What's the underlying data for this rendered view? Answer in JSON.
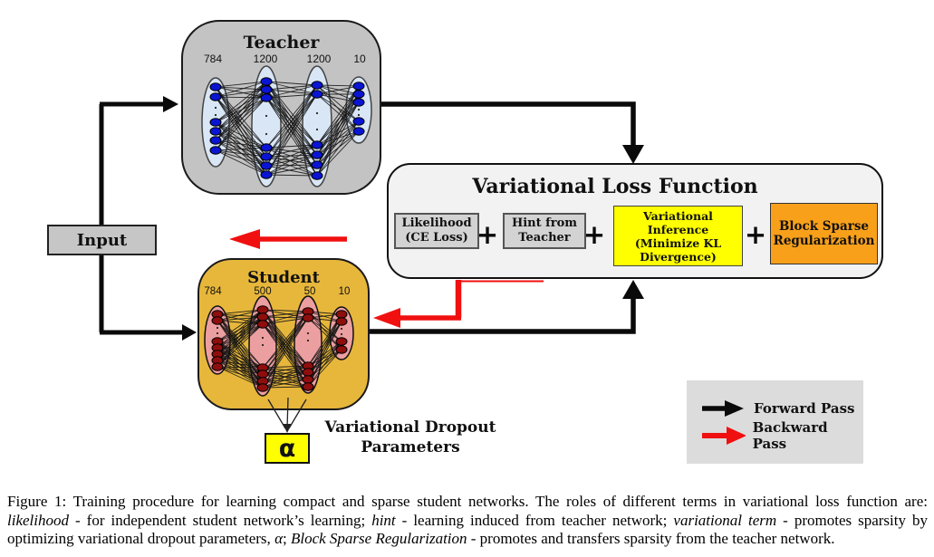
{
  "figure": {
    "teacher": {
      "title": "Teacher",
      "layer_sizes": [
        "784",
        "1200",
        "1200",
        "10"
      ]
    },
    "student": {
      "title": "Student",
      "layer_sizes": [
        "784",
        "500",
        "50",
        "10"
      ]
    },
    "input": {
      "label": "Input"
    },
    "loss_function": {
      "title": "Variational Loss Function",
      "plus": "+",
      "terms": [
        {
          "label": "Likelihood\n(CE Loss)",
          "color": "#D3D3D3"
        },
        {
          "label": "Hint from\nTeacher",
          "color": "#D3D3D3"
        },
        {
          "label": "Variational Inference\n(Minimize KL\nDivergence)",
          "color": "#FFFF00"
        },
        {
          "label": "Block Sparse\nRegularization",
          "color": "#F9A01B"
        }
      ]
    },
    "dropout": {
      "alpha": "α",
      "label": "Variational Dropout\nParameters"
    },
    "legend": {
      "forward": "Forward Pass",
      "backward": "Backward Pass"
    },
    "colors": {
      "forward_pass": "#0A0A0A",
      "backward_pass": "#F01010",
      "teacher_box": "#C3C3C3",
      "student_box": "#E7B73C",
      "teacher_node": "#0915D3",
      "teacher_layer": "#D9E6F5",
      "student_node": "#8E0E0E",
      "student_layer": "#EC9FA0",
      "highlight_yellow": "#FFFF00",
      "highlight_orange": "#F9A01B"
    }
  },
  "caption": {
    "segments": [
      {
        "t": "Figure 1: Training procedure for learning compact and sparse student networks. The roles of different terms in variational loss function are: ",
        "i": false
      },
      {
        "t": "likelihood",
        "i": true
      },
      {
        "t": " - for independent student network’s learning; ",
        "i": false
      },
      {
        "t": "hint",
        "i": true
      },
      {
        "t": " - learning induced from teacher network; ",
        "i": false
      },
      {
        "t": "variational term",
        "i": true
      },
      {
        "t": " - promotes sparsity by optimizing variational dropout parameters, ",
        "i": false
      },
      {
        "t": "α",
        "i": true
      },
      {
        "t": "; ",
        "i": false
      },
      {
        "t": "Block Sparse Regularization",
        "i": true
      },
      {
        "t": " - promotes and transfers sparsity from the teacher network.",
        "i": false
      }
    ]
  }
}
